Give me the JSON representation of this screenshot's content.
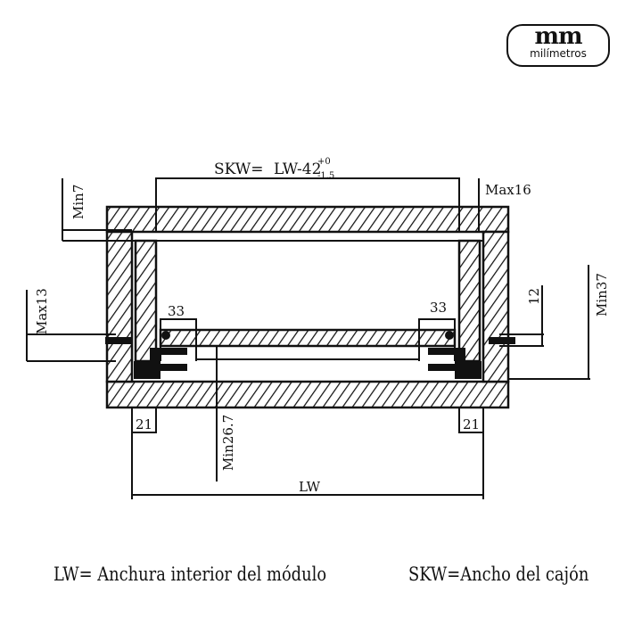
{
  "logo": {
    "mark": "mm",
    "subtitle": "milímetros"
  },
  "diagram": {
    "skw_label": "SKW=",
    "skw_formula": "LW-42",
    "skw_tol_upper": "+0",
    "skw_tol_lower": "-1.5",
    "max16": "Max16",
    "min7": "Min7",
    "max13": "Max13",
    "min37": "Min37",
    "dim12": "12",
    "dim33_left": "33",
    "dim33_right": "33",
    "dim21_left": "21",
    "dim21_right": "21",
    "min26_7": "Min26.7",
    "lw": "LW"
  },
  "captions": {
    "lw_def": "LW= Anchura interior del módulo",
    "skw_def": "SKW=Ancho del cajón"
  }
}
